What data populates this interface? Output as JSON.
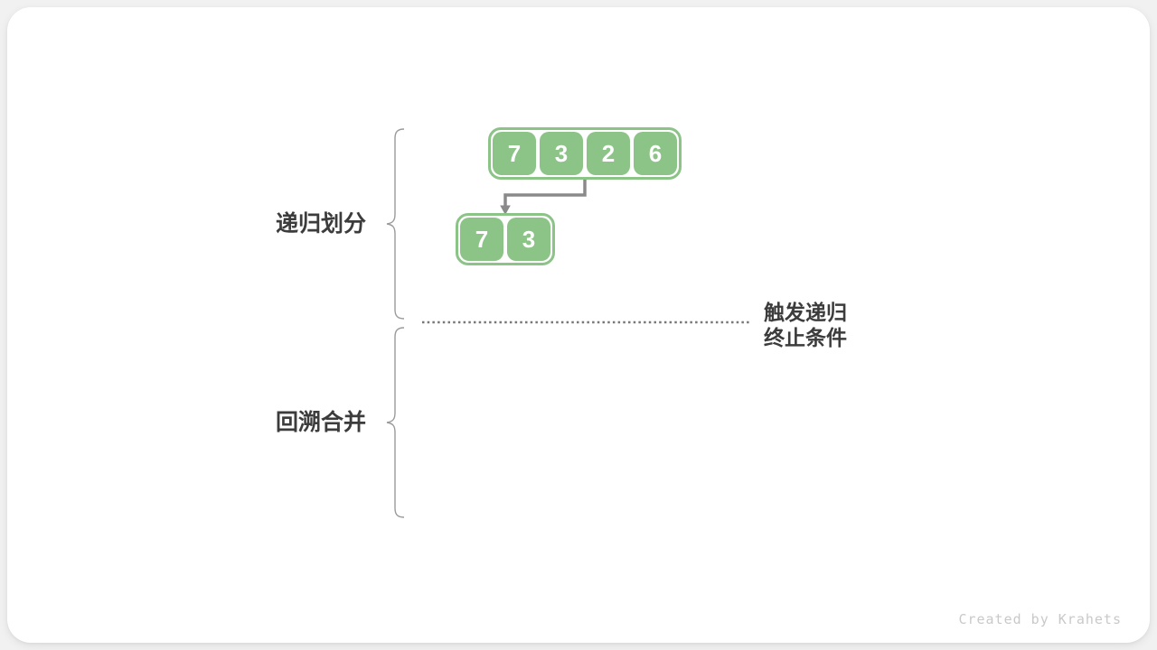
{
  "page": {
    "background_color": "#f1f1f1",
    "card_color": "#ffffff",
    "watermark": "Created by Krahets"
  },
  "colors": {
    "node_green": "#8cc387",
    "node_text": "#ffffff",
    "arrow_gray": "#8a8a8a",
    "brace_gray": "#9a9a9a",
    "label_dark": "#3c3c3c",
    "dotted_line_gray": "#787878",
    "watermark_gray": "#c9c9c9"
  },
  "diagram": {
    "phase_labels": {
      "divide": "递归划分",
      "merge": "回溯合并"
    },
    "termination_label": {
      "line1": "触发递归",
      "line2": "终止条件"
    },
    "arrays": {
      "top": {
        "values": [
          "7",
          "3",
          "2",
          "6"
        ]
      },
      "sub": {
        "values": [
          "7",
          "3"
        ]
      }
    }
  }
}
